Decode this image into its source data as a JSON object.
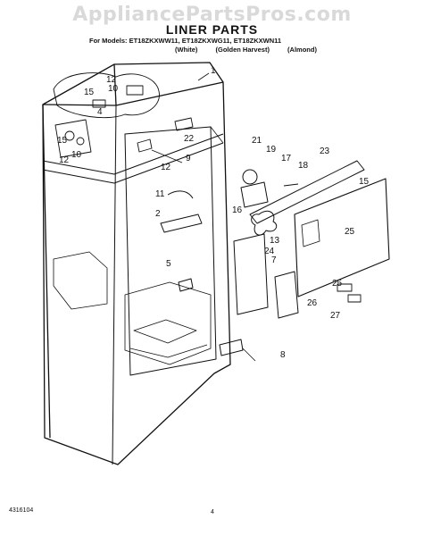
{
  "watermark": "AppliancePartsPros.com",
  "title": "LINER PARTS",
  "models_line": "For Models: ET18ZKXWW11, ET18ZKXWG11, ET18ZKXWN11",
  "variants": [
    "(White)",
    "(Golden Harvest)",
    "(Almond)"
  ],
  "callouts": [
    "1",
    "15",
    "12",
    "10",
    "4",
    "15",
    "12",
    "10",
    "22",
    "12",
    "9",
    "21",
    "19",
    "17",
    "18",
    "23",
    "15",
    "11",
    "2",
    "16",
    "13",
    "25",
    "7",
    "24",
    "5",
    "25",
    "26",
    "27",
    "8"
  ],
  "footer_code": "4316104",
  "page_number": "4"
}
